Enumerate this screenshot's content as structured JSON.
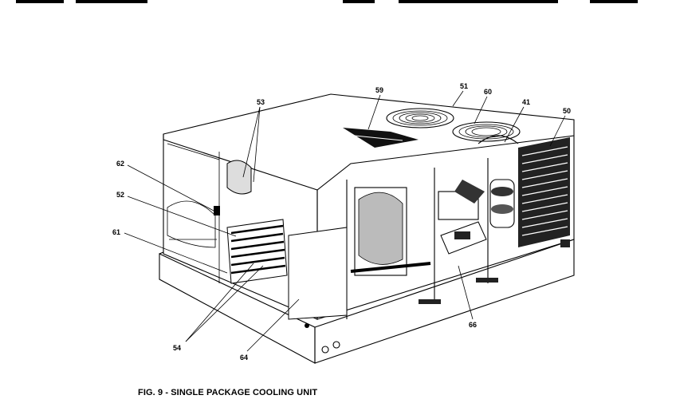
{
  "figure": {
    "caption": "FIG. 9 - SINGLE PACKAGE COOLING UNIT"
  },
  "callouts": [
    {
      "id": "c59",
      "label": "59"
    },
    {
      "id": "c51",
      "label": "51"
    },
    {
      "id": "c60",
      "label": "60"
    },
    {
      "id": "c41",
      "label": "41"
    },
    {
      "id": "c50",
      "label": "50"
    },
    {
      "id": "c53",
      "label": "53"
    },
    {
      "id": "c62",
      "label": "62"
    },
    {
      "id": "c52",
      "label": "52"
    },
    {
      "id": "c61",
      "label": "61"
    },
    {
      "id": "c54",
      "label": "54"
    },
    {
      "id": "c64",
      "label": "64"
    },
    {
      "id": "c66",
      "label": "66"
    }
  ]
}
